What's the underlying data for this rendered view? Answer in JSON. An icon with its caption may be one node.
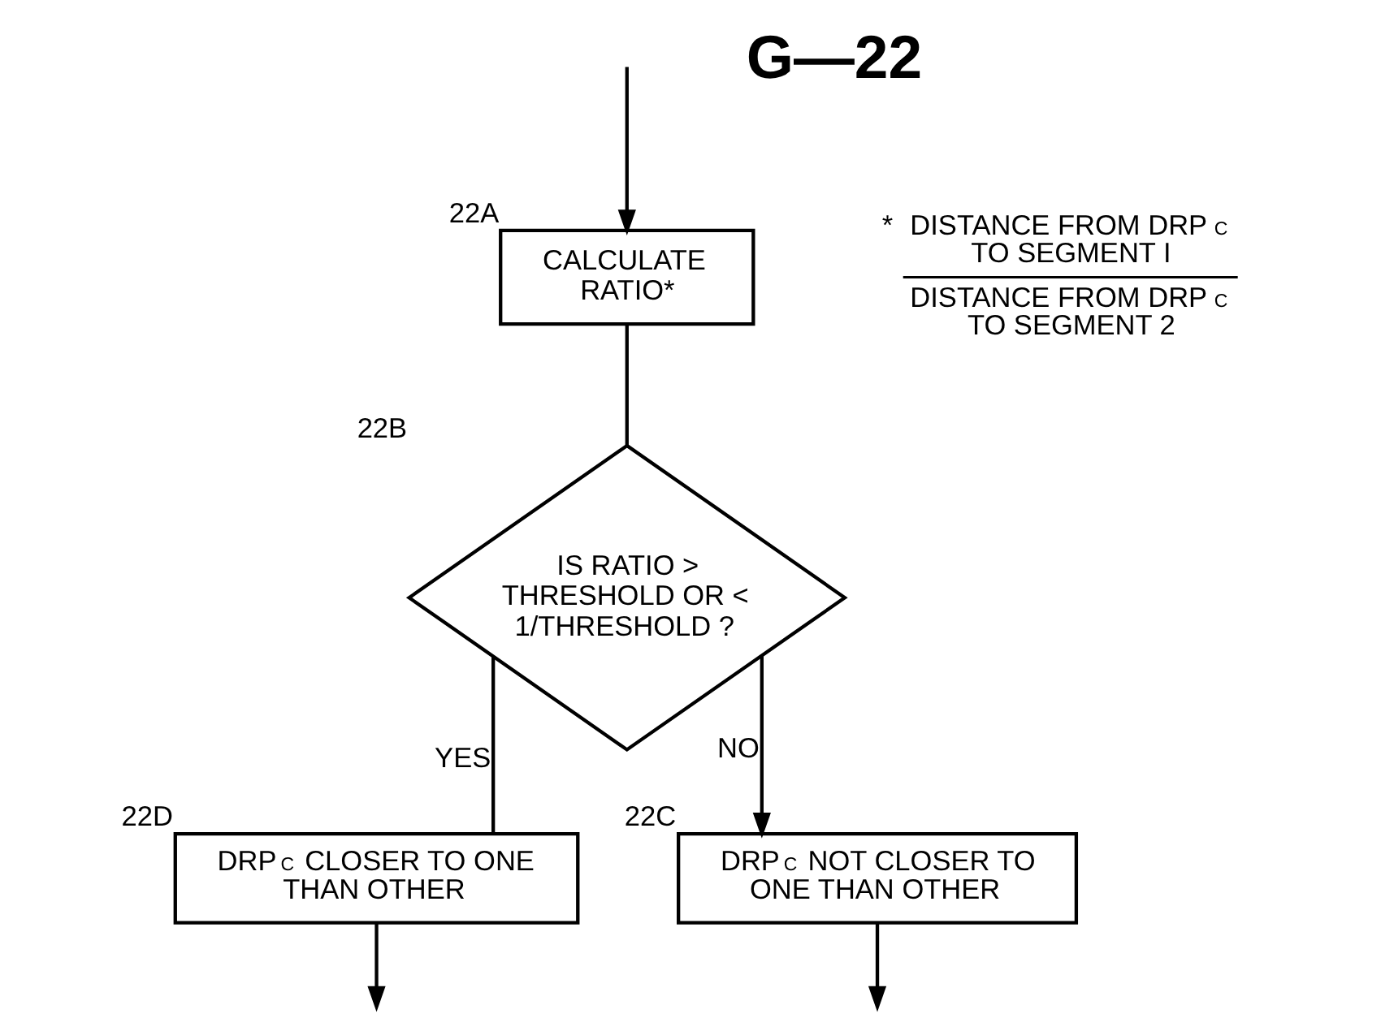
{
  "diagram": {
    "nodes": [
      {
        "text": [
          "CALCULATE RATIO*"
        ],
        "beside": [
          "22A"
        ]
      },
      {
        "text": [
          "IS RATIO > THRESHOLD OR < 1/THRESHOLD ?"
        ],
        "beside": [
          "22B"
        ]
      },
      {
        "text": [
          "DRP$_{C}$ CLOSER TO ONE THAN OTHER"
        ],
        "beside": [
          "22D"
        ]
      },
      {
        "text": [
          "DRP$_{C}$ NOT CLOSER TO ONE THAN OTHER"
        ],
        "beside": [
          "22C"
        ]
      }
    ],
    "edges": [
      {
        "from": null,
        "to": 0,
        "arrow": "to"
      },
      {
        "from": 0,
        "to": 1,
        "arrow": "none"
      },
      {
        "from": 1,
        "to": 2,
        "arrow": "none",
        "label": "YES"
      },
      {
        "from": 1,
        "to": 3,
        "arrow": "to",
        "label": "NO"
      },
      {
        "from": 2,
        "to": null,
        "arrow": "to"
      },
      {
        "from": 3,
        "to": null,
        "arrow": "to"
      }
    ],
    "labels": [
      "*",
      "DISTANCE FROM DRP$_{C}$ TO SEGMENT I",
      "DISTANCE FROM DRP$_{C}$ TO SEGMENT 2",
      "G—22"
    ]
  }
}
